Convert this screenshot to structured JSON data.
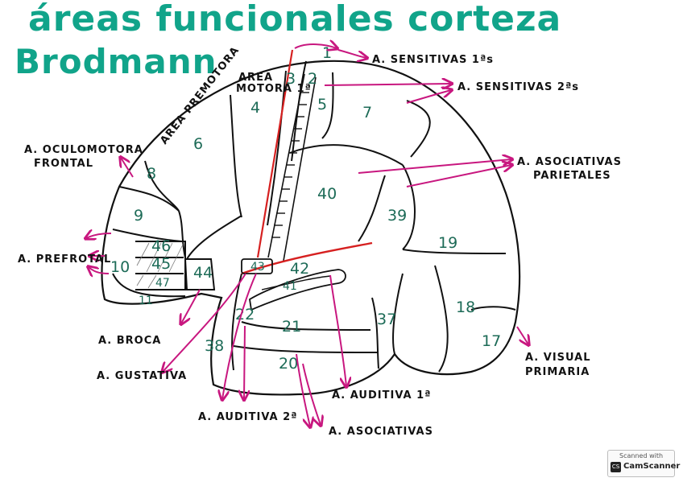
{
  "title": {
    "line1": "áreas funcionales  corteza",
    "line2": "Brodmann"
  },
  "areas": {
    "a1": "1",
    "a2": "2",
    "a3": "3",
    "a4": "4",
    "a5": "5",
    "a6": "6",
    "a7": "7",
    "a8": "8",
    "a9": "9",
    "a10": "10",
    "a11": "11",
    "a17": "17",
    "a18": "18",
    "a19": "19",
    "a20": "20",
    "a21": "21",
    "a22": "22",
    "a37": "37",
    "a38": "38",
    "a39": "39",
    "a40": "40",
    "a41": "41",
    "a42": "42",
    "a43": "43",
    "a44": "44",
    "a45": "45",
    "a46": "46",
    "a47": "47"
  },
  "labels": {
    "sens1": "A. SENSITIVAS 1ªs",
    "sens2": "A. SENSITIVAS 2ªs",
    "asoc_par1": "A. ASOCIATIVAS",
    "asoc_par2": "PARIETALES",
    "oculo1": "A. OCULOMOTORA",
    "oculo2": "FRONTAL",
    "prefrontal": "A. PREFROTAL",
    "broca": "A. BROCA",
    "gustativa": "A. GUSTATIVA",
    "auditiva2": "A. AUDITIVA 2ª",
    "auditiva1": "A. AUDITIVA 1ª",
    "asociativas": "A. ASOCIATIVAS",
    "visual1": "A. VISUAL",
    "visual2": "PRIMARIA",
    "premotora": "AREA PREMOTORA",
    "motora1": "AREA",
    "motora2": "MOTORA 1ª"
  },
  "colors": {
    "title": "#11a48a",
    "arrows": "#c8177f",
    "sulcus": "#d62020",
    "numbers": "#1d6b57",
    "outline": "#111111"
  },
  "watermark": {
    "line1": "Scanned with",
    "line2": "CamScanner",
    "icon": "CS"
  }
}
